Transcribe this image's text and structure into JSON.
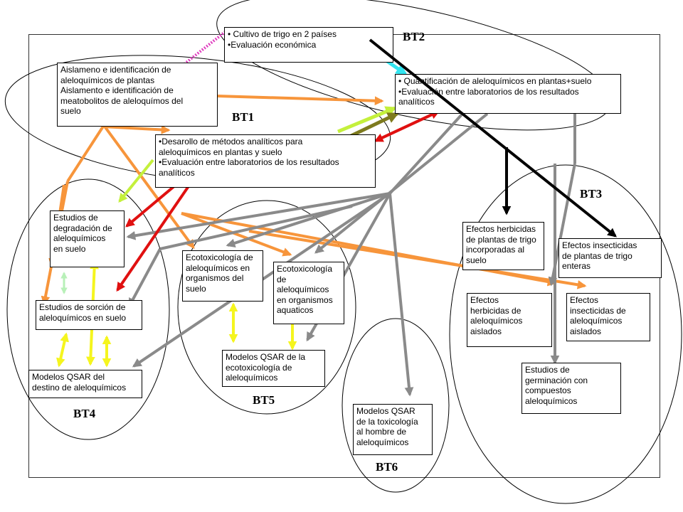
{
  "clusters": [
    {
      "id": "BT1",
      "label": "BT1"
    },
    {
      "id": "BT2",
      "label": "BT2"
    },
    {
      "id": "BT3",
      "label": "BT3"
    },
    {
      "id": "BT4",
      "label": "BT4"
    },
    {
      "id": "BT5",
      "label": "BT5"
    },
    {
      "id": "BT6",
      "label": "BT6"
    }
  ],
  "boxes": [
    {
      "id": "cultivo",
      "lines": [
        "• Cultivo de trigo en 2 países",
        "•Evaluación económica"
      ]
    },
    {
      "id": "aislamiento",
      "lines": [
        "Aislameno e identificación de",
        "aleloquímicos de plantas",
        "Aislamento e identificación de",
        "meatobolitos de aleloquímos del",
        "suelo"
      ]
    },
    {
      "id": "cuantificacion",
      "lines": [
        "• Quantificación de aleloquímicos en plantas+suelo",
        "•Evaluación entre laboratorios de los resultados",
        "analíticos"
      ]
    },
    {
      "id": "desarollo",
      "lines": [
        "•Desarollo de métodos analíticos para",
        "aleloquímicos en plantas y suelo",
        "•Evaluación entre laboratorios de los resultados",
        "analíticos"
      ]
    },
    {
      "id": "degradacion",
      "lines": [
        "Estudios de",
        "degradación de",
        "aleloquímicos",
        "en suelo"
      ]
    },
    {
      "id": "sorcion",
      "lines": [
        "Estudios de sorción de",
        "aleloquímicos en suelo"
      ]
    },
    {
      "id": "qsar_destino",
      "lines": [
        "Modelos QSAR  del",
        "destino de aleloquímicos"
      ]
    },
    {
      "id": "ecotox_suelo",
      "lines": [
        "Ecotoxicología de",
        "aleloquímicos   en",
        "organismos del",
        "suelo"
      ]
    },
    {
      "id": "ecotox_aqua",
      "lines": [
        "Ecotoxicología",
        "de",
        "aleloquímicos",
        "en organismos",
        "aquaticos"
      ]
    },
    {
      "id": "qsar_ecotox",
      "lines": [
        "Modelos QSAR  de la",
        "ecotoxicología de",
        "aleloquímicos"
      ]
    },
    {
      "id": "qsar_hombre",
      "lines": [
        "Modelos QSAR",
        "de la toxicología",
        "al hombre de",
        "aleloquímicos"
      ]
    },
    {
      "id": "herb_incorp",
      "lines": [
        "Efectos herbicidas",
        "de plantas de trigo",
        "incorporadas al",
        "suelo"
      ]
    },
    {
      "id": "insect_enteras",
      "lines": [
        "Efectos insecticidas",
        "de plantas de trigo",
        "enteras"
      ]
    },
    {
      "id": "herb_aislados",
      "lines": [
        "Efectos",
        "herbicidas de",
        "aleloquímicos",
        "aislados"
      ]
    },
    {
      "id": "insect_aislados",
      "lines": [
        "Efectos",
        "insecticidas de",
        "aleloquímicos",
        "aislados"
      ]
    },
    {
      "id": "germinacion",
      "lines": [
        "Estudios de",
        "germinación con",
        "compuestos",
        "aleloquímicos"
      ]
    }
  ],
  "colors": {
    "orange": "#f7953b",
    "gray": "#8a8a8a",
    "red": "#e01010",
    "black": "#000000",
    "yellow": "#f5f51e",
    "yellow_green": "#c4f03c",
    "olive": "#7d7a1e",
    "cyan": "#33e5f0",
    "magenta_dashed": "#e040c0",
    "light_green": "#b8f0b8"
  }
}
